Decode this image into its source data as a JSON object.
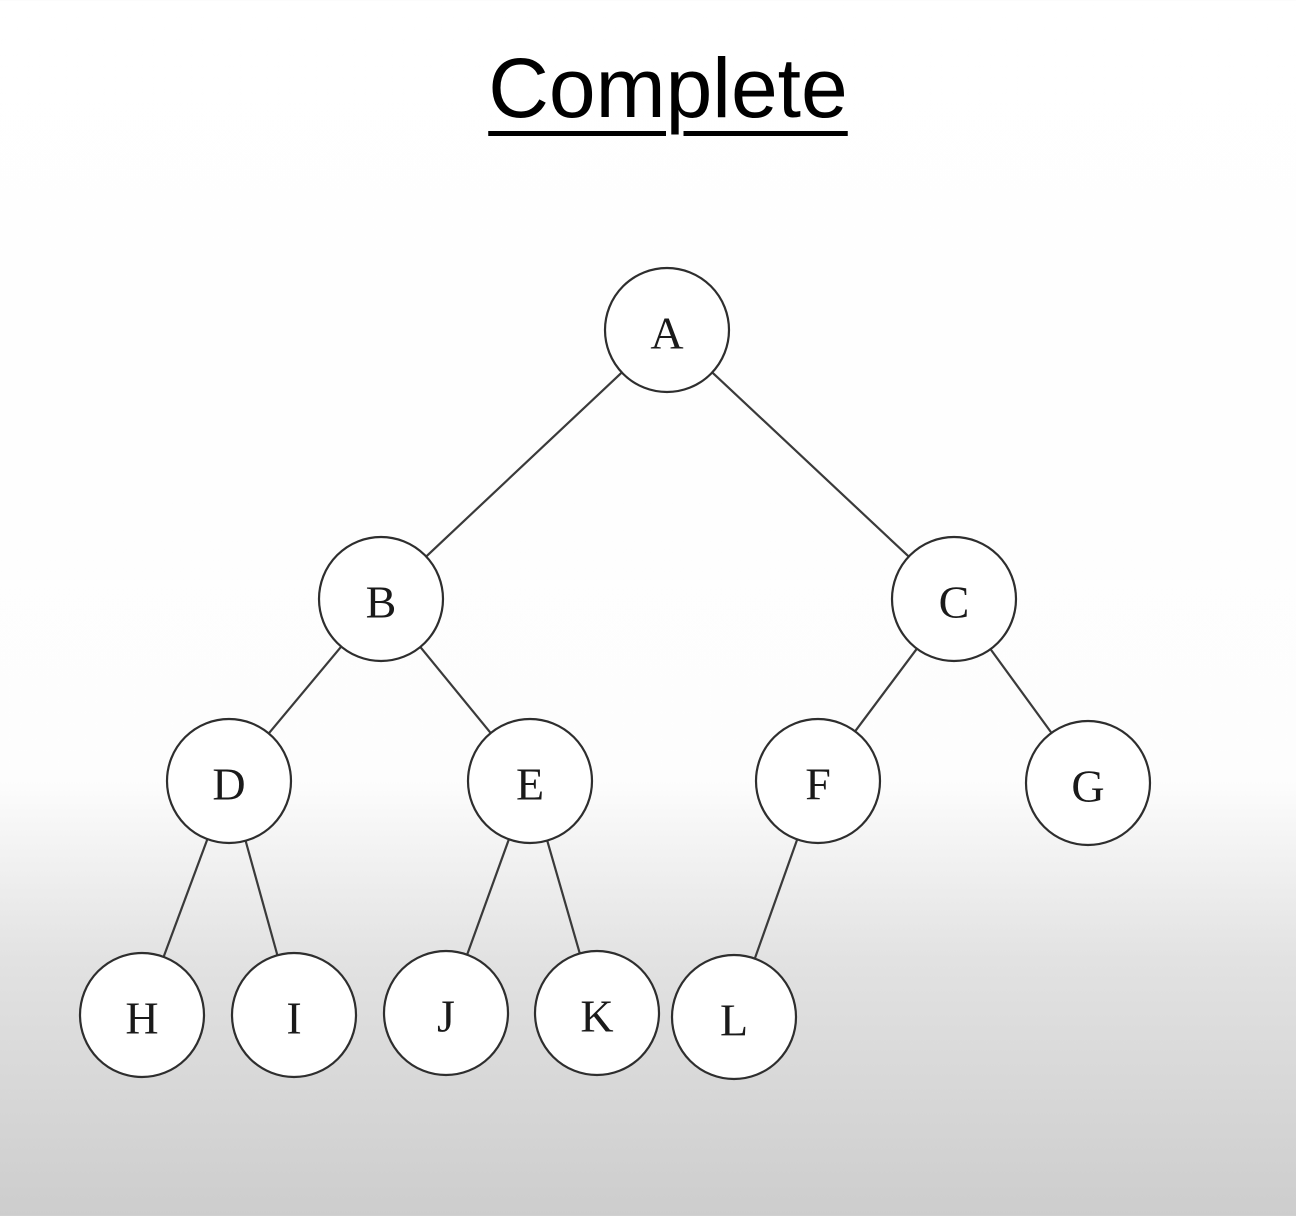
{
  "title": "Complete",
  "tree": {
    "nodes": [
      {
        "id": "A",
        "label": "A"
      },
      {
        "id": "B",
        "label": "B"
      },
      {
        "id": "C",
        "label": "C"
      },
      {
        "id": "D",
        "label": "D"
      },
      {
        "id": "E",
        "label": "E"
      },
      {
        "id": "F",
        "label": "F"
      },
      {
        "id": "G",
        "label": "G"
      },
      {
        "id": "H",
        "label": "H"
      },
      {
        "id": "I",
        "label": "I"
      },
      {
        "id": "J",
        "label": "J"
      },
      {
        "id": "K",
        "label": "K"
      },
      {
        "id": "L",
        "label": "L"
      }
    ],
    "edges": [
      [
        "A",
        "B"
      ],
      [
        "A",
        "C"
      ],
      [
        "B",
        "D"
      ],
      [
        "B",
        "E"
      ],
      [
        "C",
        "F"
      ],
      [
        "C",
        "G"
      ],
      [
        "D",
        "H"
      ],
      [
        "D",
        "I"
      ],
      [
        "E",
        "J"
      ],
      [
        "E",
        "K"
      ],
      [
        "F",
        "L"
      ]
    ]
  }
}
